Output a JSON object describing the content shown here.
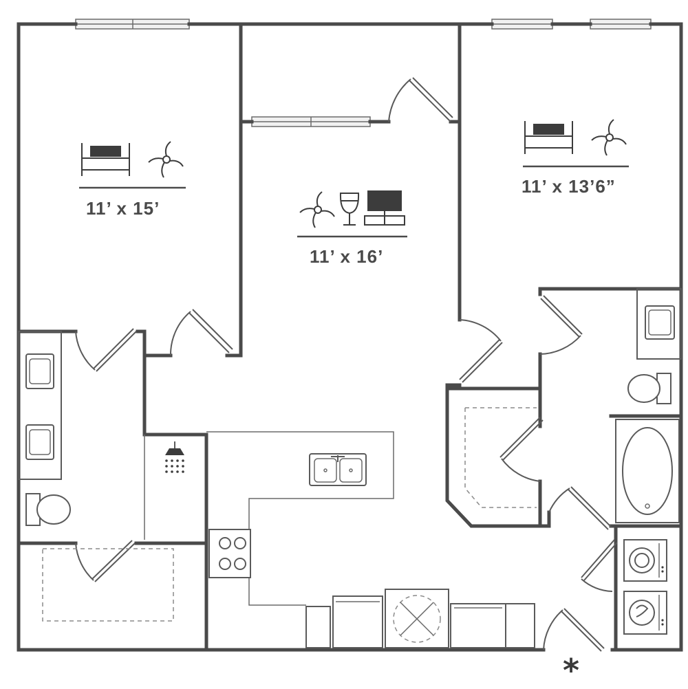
{
  "rooms": {
    "bedroom_left": {
      "dimensions": "11’ x 15’",
      "icons": [
        "bed-icon",
        "ceiling-fan-icon"
      ]
    },
    "living_room": {
      "dimensions": "11’ x 16’",
      "icons": [
        "ceiling-fan-icon",
        "wine-glass-icon",
        "tv-media-icon"
      ]
    },
    "bedroom_right": {
      "dimensions": "11’ x 13’6”",
      "icons": [
        "bed-icon",
        "ceiling-fan-icon"
      ]
    }
  },
  "entry_marker": "*",
  "colors": {
    "wall": "#4a4a4a",
    "fixture": "#5a5a5a",
    "window_fill": "#f1f1f1"
  }
}
